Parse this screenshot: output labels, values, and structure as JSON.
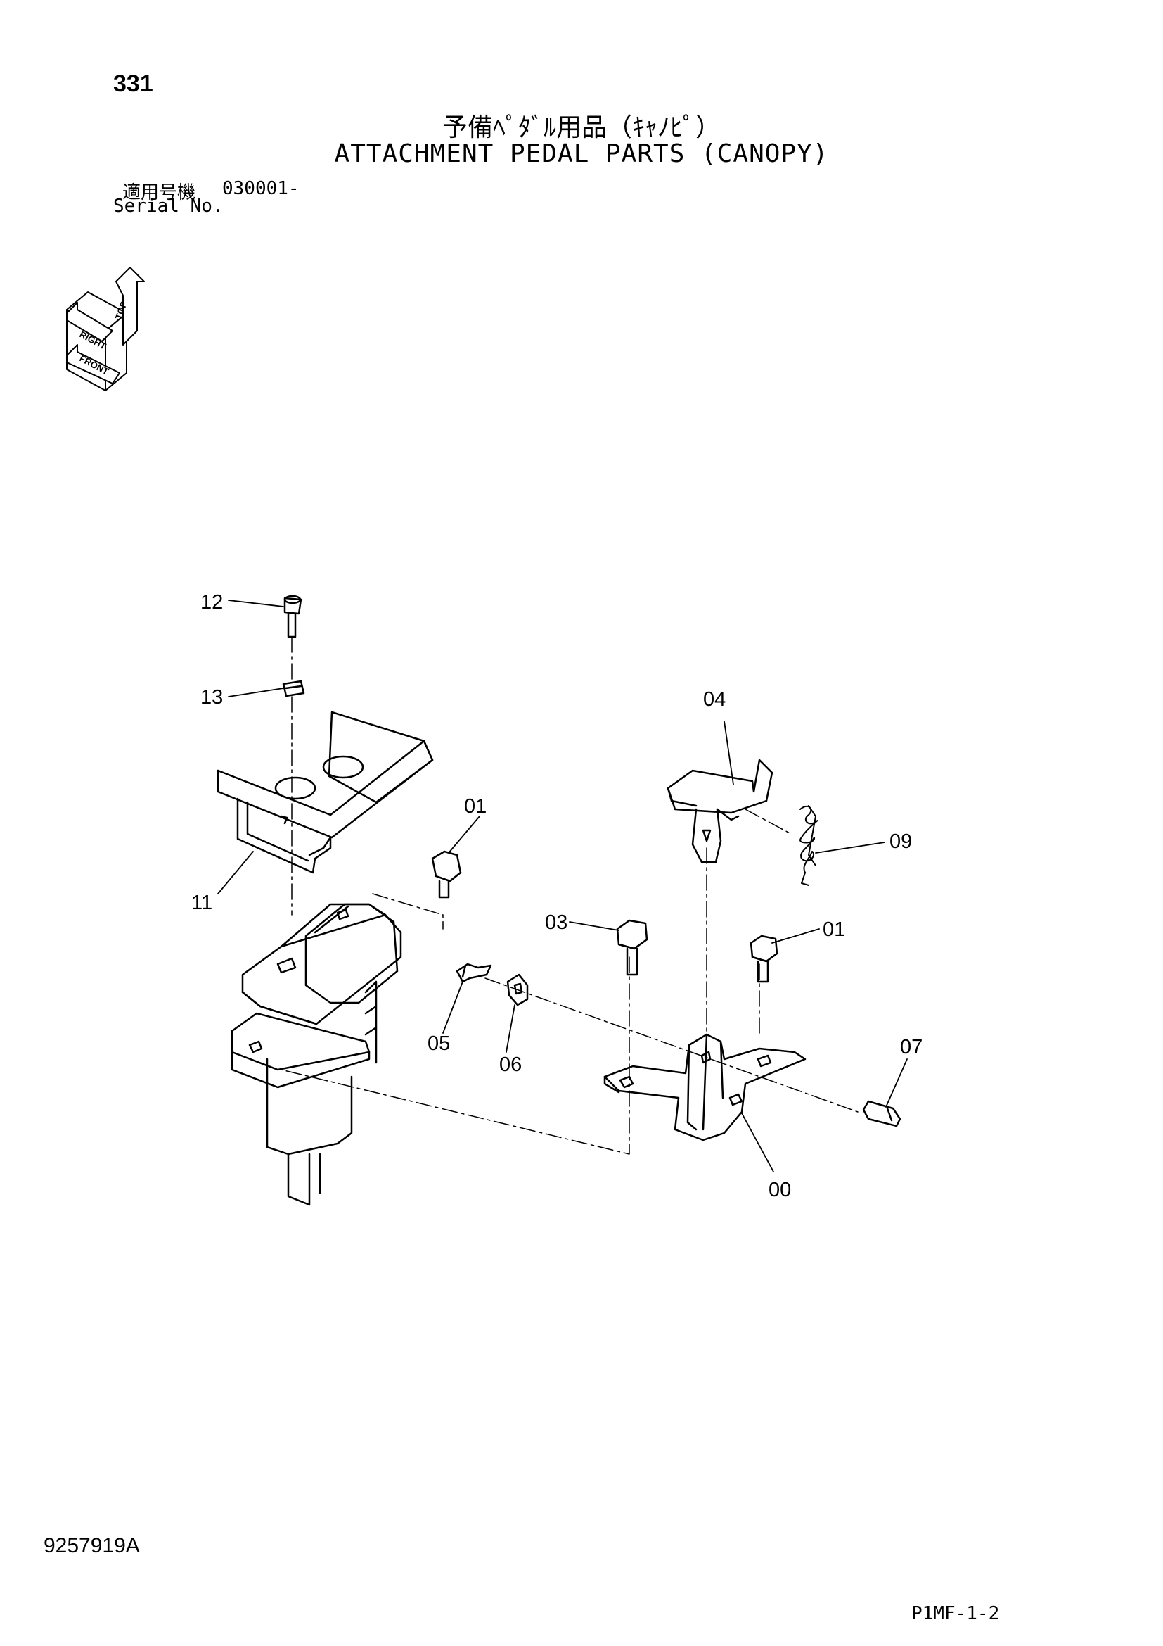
{
  "header": {
    "page_number": "331",
    "title_jp": "予備ﾍﾟﾀﾞﾙ用品（ｷｬﾉﾋﾟ）",
    "title_en": "ATTACHMENT PEDAL PARTS (CANOPY)",
    "serial_label_jp": "適用号機",
    "serial_value": "030001-",
    "serial_label_en": "Serial No."
  },
  "orientation": {
    "labels": [
      "TOP",
      "RIGHT",
      "FRONT"
    ],
    "icon": "orientation-cube-icon"
  },
  "callouts": [
    "12",
    "13",
    "04",
    "01",
    "09",
    "11",
    "03",
    "01",
    "05",
    "06",
    "07",
    "00"
  ],
  "footer": {
    "document_code": "9257919A",
    "sheet_code": "P1MF-1-2"
  }
}
